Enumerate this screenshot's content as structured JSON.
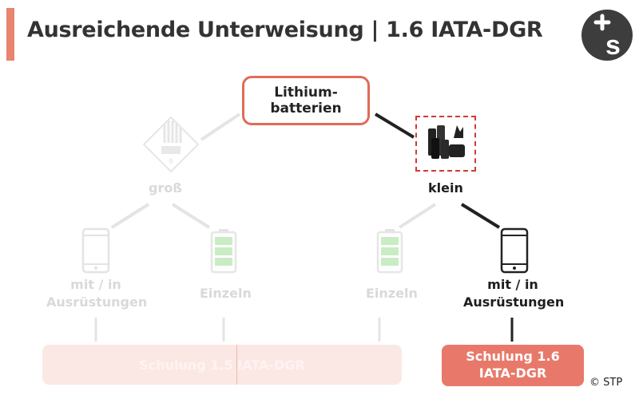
{
  "header": {
    "title": "Ausreichende Unterweisung | 1.6 IATA-DGR",
    "logo": "+s"
  },
  "root": {
    "line1": "Lithium-",
    "line2": "batterien"
  },
  "branches": {
    "left": {
      "label": "groß",
      "icon": "class-9-hazard-diamond-icon",
      "children": [
        {
          "line1": "mit / in",
          "line2": "Ausrüstungen",
          "icon": "smartphone-icon"
        },
        {
          "line1": "Einzeln",
          "icon": "battery-icon"
        }
      ]
    },
    "right": {
      "label": "klein",
      "icon": "lithium-battery-mark-icon",
      "children": [
        {
          "line1": "Einzeln",
          "icon": "battery-icon"
        },
        {
          "line1": "mit / in",
          "line2": "Ausrüstungen",
          "icon": "smartphone-icon"
        }
      ]
    }
  },
  "training": {
    "left_label": "Schulung 1.5 IATA-DGR",
    "right_line1": "Schulung 1.6",
    "right_line2": "IATA-DGR"
  },
  "footer": {
    "copyright": "© STP"
  },
  "colors": {
    "accent": "#e06b57",
    "button_fill": "#e8796a",
    "faded_fill": "#fbe8e4",
    "faded_text": "#d9d9d9",
    "logo": "#3d3d3d"
  }
}
